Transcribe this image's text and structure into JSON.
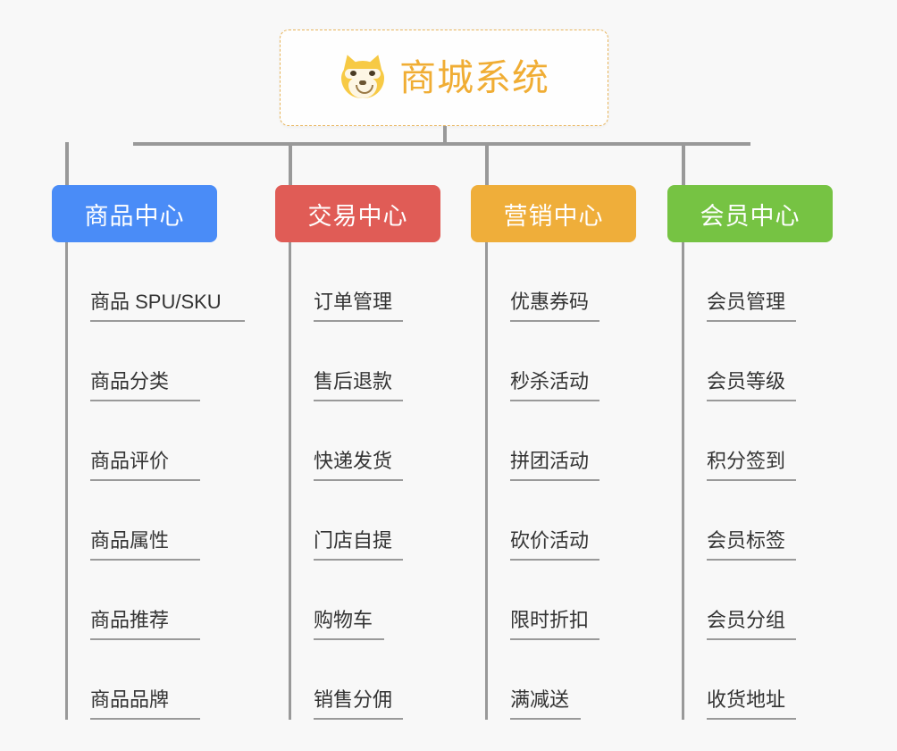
{
  "root": {
    "title": "商城系统",
    "icon": "shiba-dog-emoji",
    "border_color": "#e8b55c",
    "text_color": "#f0ad34",
    "background": "#fefefe"
  },
  "canvas": {
    "background": "#f8f8f8",
    "connector_color": "#999999"
  },
  "branches": [
    {
      "label": "商品中心",
      "color": "#4a8cf7",
      "items": [
        "商品 SPU/SKU",
        "商品分类",
        "商品评价",
        "商品属性",
        "商品推荐",
        "商品品牌"
      ]
    },
    {
      "label": "交易中心",
      "color": "#e05c56",
      "items": [
        "订单管理",
        "售后退款",
        "快递发货",
        "门店自提",
        "购物车",
        "销售分佣"
      ]
    },
    {
      "label": "营销中心",
      "color": "#efae3a",
      "items": [
        "优惠券码",
        "秒杀活动",
        "拼团活动",
        "砍价活动",
        "限时折扣",
        "满减送"
      ]
    },
    {
      "label": "会员中心",
      "color": "#76c343",
      "items": [
        "会员管理",
        "会员等级",
        "积分签到",
        "会员标签",
        "会员分组",
        "收货地址"
      ]
    }
  ]
}
